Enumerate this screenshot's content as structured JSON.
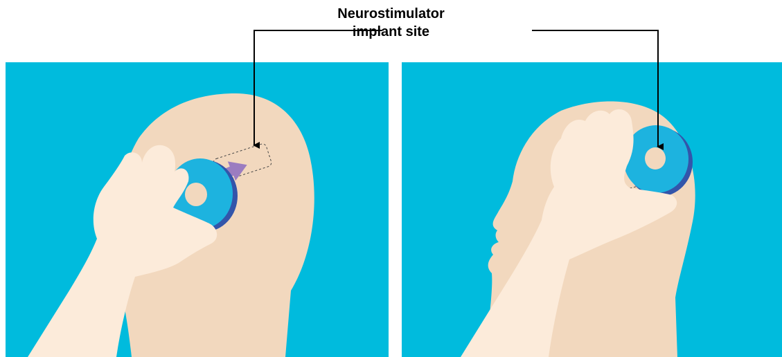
{
  "callout": {
    "line1": "Neurostimulator",
    "line2": "implant site"
  },
  "colors": {
    "background": "#00BBDD",
    "skin": "#F2D8BE",
    "hand": "#FCEBDA",
    "charger": "#1DB3DF",
    "charger_edge": "#3355AA",
    "arrow": "#9B7CC0",
    "leader_line": "#000000"
  },
  "panels": [
    {
      "name": "left-panel",
      "view": "rear-side",
      "arrow_icon": "purple-arrow-icon"
    },
    {
      "name": "right-panel",
      "view": "side-profile"
    }
  ]
}
